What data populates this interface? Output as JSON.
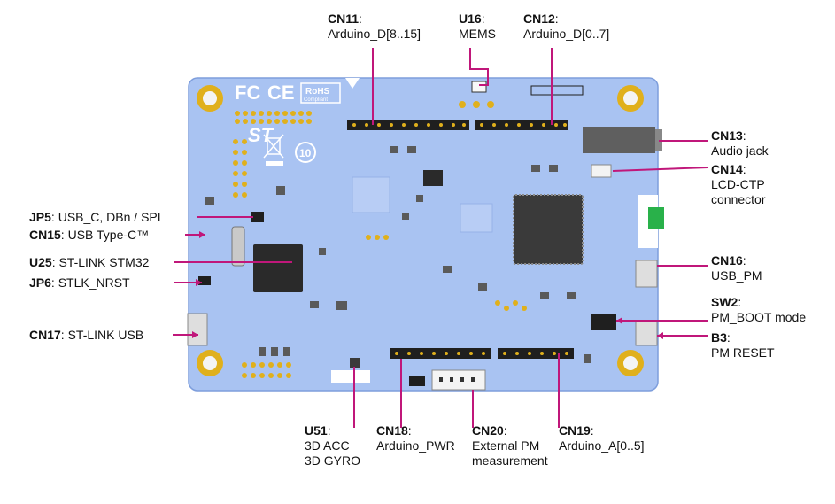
{
  "colors": {
    "board": "#a9c3f2",
    "board_edge": "#7e9edc",
    "leader": "#c0177a",
    "gold": "#e0b01c",
    "header": "#1f1f1f",
    "chip": "#2a2a2a",
    "green_tab": "#29b14a"
  },
  "board_marks": {
    "fc": "FC",
    "ce": "CE",
    "rohs": "RoHS",
    "rohs_sub": "Compliant",
    "st": "ST",
    "ten": "10"
  },
  "callouts": [
    {
      "id": "cn11",
      "ref": "CN11",
      "lines": [
        "Arduino_D[8..15]"
      ]
    },
    {
      "id": "u16",
      "ref": "U16",
      "lines": [
        "MEMS"
      ]
    },
    {
      "id": "cn12",
      "ref": "CN12",
      "lines": [
        "Arduino_D[0..7]"
      ]
    },
    {
      "id": "cn13",
      "ref": "CN13",
      "lines": [
        "Audio jack"
      ]
    },
    {
      "id": "cn14",
      "ref": "CN14",
      "lines": [
        "LCD-CTP",
        "connector"
      ]
    },
    {
      "id": "jp5",
      "ref": "JP5",
      "lines": [
        "USB_C, DBn / SPI"
      ]
    },
    {
      "id": "cn15",
      "ref": "CN15",
      "lines": [
        "USB Type-C™"
      ]
    },
    {
      "id": "u25",
      "ref": "U25",
      "lines": [
        "ST-LINK STM32"
      ]
    },
    {
      "id": "jp6",
      "ref": "JP6",
      "lines": [
        "STLK_NRST"
      ]
    },
    {
      "id": "cn16",
      "ref": "CN16",
      "lines": [
        "USB_PM"
      ]
    },
    {
      "id": "sw2",
      "ref": "SW2",
      "lines": [
        "PM_BOOT mode"
      ]
    },
    {
      "id": "cn17",
      "ref": "CN17",
      "lines": [
        "ST-LINK USB"
      ]
    },
    {
      "id": "b3",
      "ref": "B3",
      "lines": [
        "PM RESET"
      ]
    },
    {
      "id": "u51",
      "ref": "U51",
      "lines": [
        "3D ACC",
        "3D GYRO"
      ]
    },
    {
      "id": "cn18",
      "ref": "CN18",
      "lines": [
        "Arduino_PWR"
      ]
    },
    {
      "id": "cn20",
      "ref": "CN20",
      "lines": [
        "External PM",
        "measurement"
      ]
    },
    {
      "id": "cn19",
      "ref": "CN19",
      "lines": [
        "Arduino_A[0..5]"
      ]
    }
  ]
}
